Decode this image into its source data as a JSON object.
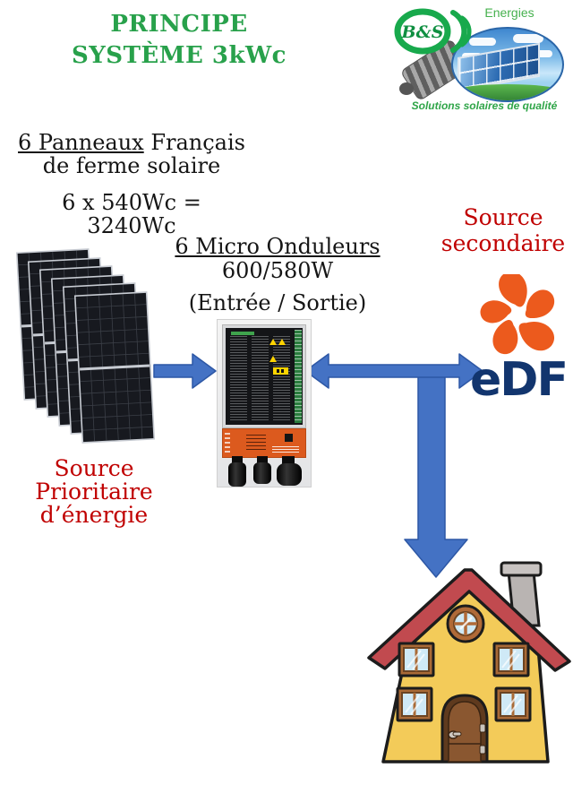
{
  "title": {
    "line1": "PRINCIPE",
    "line2": "SYSTÈME 3kWc"
  },
  "logo": {
    "brand": "B&S",
    "name": "Energies",
    "tagline": "Solutions solaires de qualité"
  },
  "panels": {
    "heading_underlined": "6 Panneaux",
    "heading_rest": "Français",
    "subheading": "de ferme solaire",
    "formula": "6 x 540Wc = 3240Wc",
    "source_label_line1": "Source",
    "source_label_line2": "Prioritaire",
    "source_label_line3": "d’énergie"
  },
  "inverters": {
    "heading": "6 Micro Onduleurs",
    "power": "600/580W",
    "io_label": "(Entrée / Sortie)"
  },
  "grid_source": {
    "label_line1": "Source",
    "label_line2": "secondaire",
    "edf_wordmark": "eDF"
  },
  "colors": {
    "title_green": "#28A14B",
    "label_red": "#C00000",
    "arrow_blue": "#4472C4",
    "edf_orange": "#EC5A1D",
    "edf_navy": "#12356E",
    "house_yellow": "#F3CB59",
    "roof_red": "#C14A4F",
    "panel_dark": "#17191F"
  }
}
